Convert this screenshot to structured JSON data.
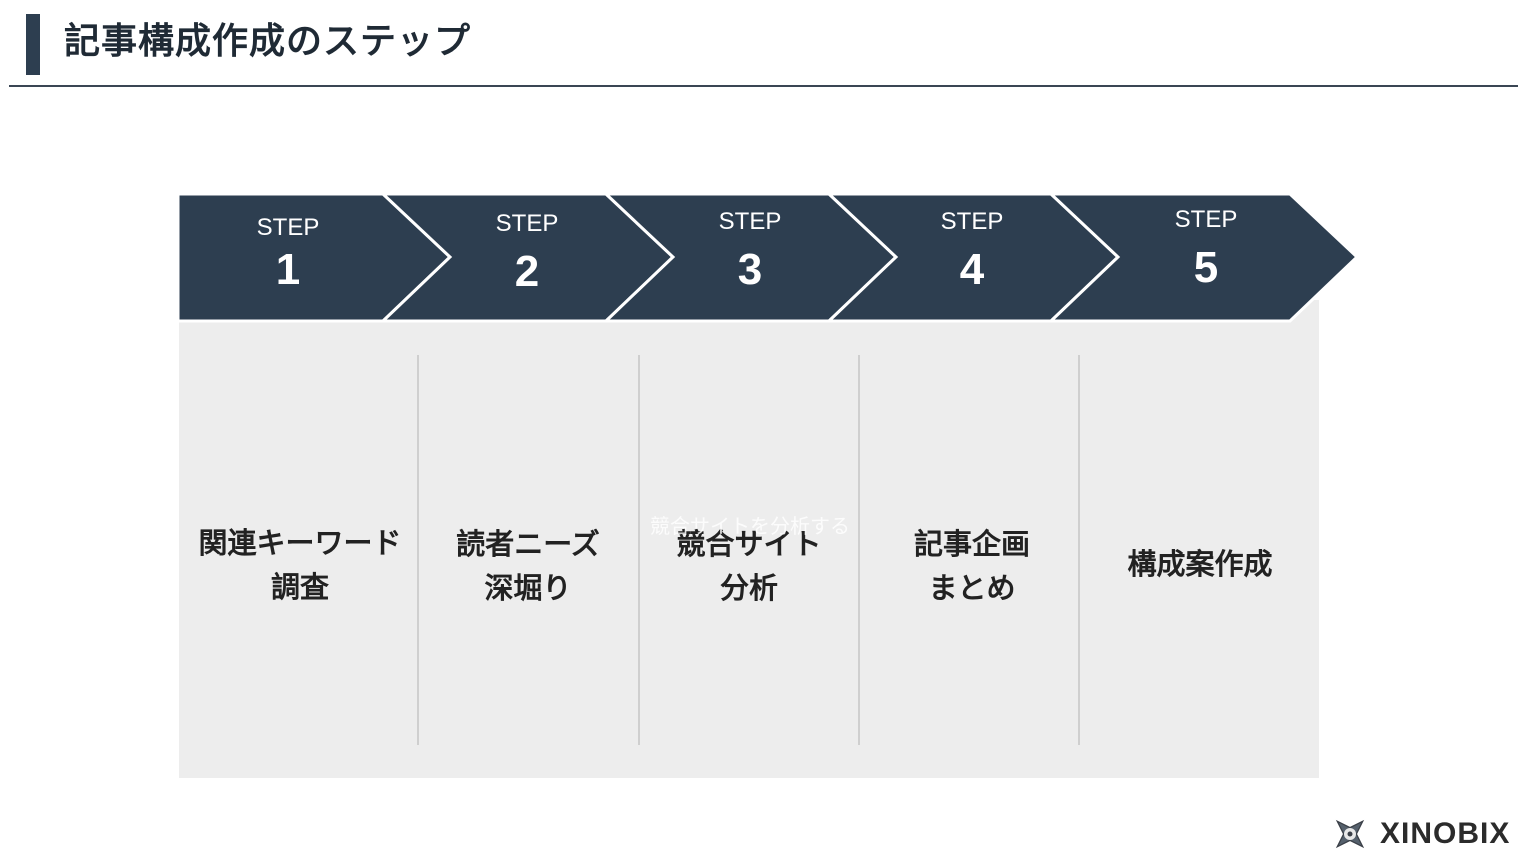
{
  "header": {
    "title": "記事構成作成のステップ"
  },
  "steps": [
    {
      "label": "STEP",
      "number": "1",
      "text": "関連キーワード\n調査"
    },
    {
      "label": "STEP",
      "number": "2",
      "text": "読者ニーズ\n深堀り"
    },
    {
      "label": "STEP",
      "number": "3",
      "text": "競合サイト\n分析"
    },
    {
      "label": "STEP",
      "number": "4",
      "text": "記事企画\nまとめ"
    },
    {
      "label": "STEP",
      "number": "5",
      "text": "構成案作成"
    }
  ],
  "overlay_text": "競合サイトを分析する",
  "brand": {
    "name": "XINOBIX",
    "icon": "shuriken-logo-icon"
  },
  "colors": {
    "chevron_fill": "#2d3e50",
    "panel_bg": "#ededed",
    "title_accent": "#2d3e50"
  }
}
